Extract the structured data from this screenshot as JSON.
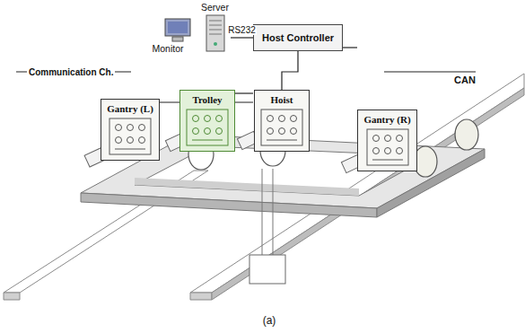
{
  "diagram": {
    "caption": "(a)",
    "nodes": [
      {
        "text": [
          "Server"
        ]
      },
      {
        "text": [
          "Monitor"
        ]
      },
      {
        "text": [
          "Host Controller"
        ]
      },
      {
        "text": [
          "Gantry (L)"
        ]
      },
      {
        "text": [
          "Trolley"
        ]
      },
      {
        "text": [
          "Hoist"
        ]
      },
      {
        "text": [
          "Gantry (R)"
        ]
      }
    ],
    "edges": [
      {
        "from": 0,
        "to": 2,
        "arrow": "none",
        "label": "RS232"
      },
      {
        "from": 2,
        "to": 3,
        "arrow": "none"
      },
      {
        "from": 2,
        "to": 4,
        "arrow": "none"
      },
      {
        "from": 2,
        "to": 5,
        "arrow": "none"
      },
      {
        "from": 2,
        "to": 6,
        "arrow": "none"
      }
    ],
    "labels": [
      "Communication Ch.",
      "CAN"
    ]
  }
}
